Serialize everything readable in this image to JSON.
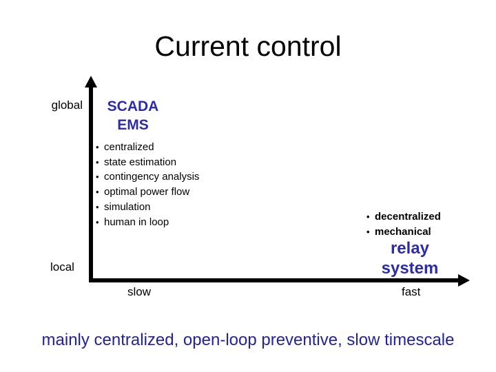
{
  "slide": {
    "title": "Current control",
    "footer": "mainly centralized, open-loop preventive, slow timescale"
  },
  "diagram": {
    "bullet_char": "•",
    "y_axis": {
      "top_label": "global",
      "bottom_label": "local"
    },
    "x_axis": {
      "left_label": "slow",
      "right_label": "fast"
    },
    "scada": {
      "title_line1": "SCADA",
      "title_line2": "EMS",
      "bullets": [
        "centralized",
        "state estimation",
        "contingency analysis",
        "optimal power flow",
        "simulation",
        "human in loop"
      ]
    },
    "relay": {
      "bullets": [
        "decentralized",
        "mechanical"
      ],
      "title_line1": "relay",
      "title_line2": "system"
    }
  },
  "colors": {
    "accent_blue": "#2B2BAC",
    "footer_blue": "#22229E",
    "text_black": "#000000",
    "background": "#FFFFFF"
  }
}
